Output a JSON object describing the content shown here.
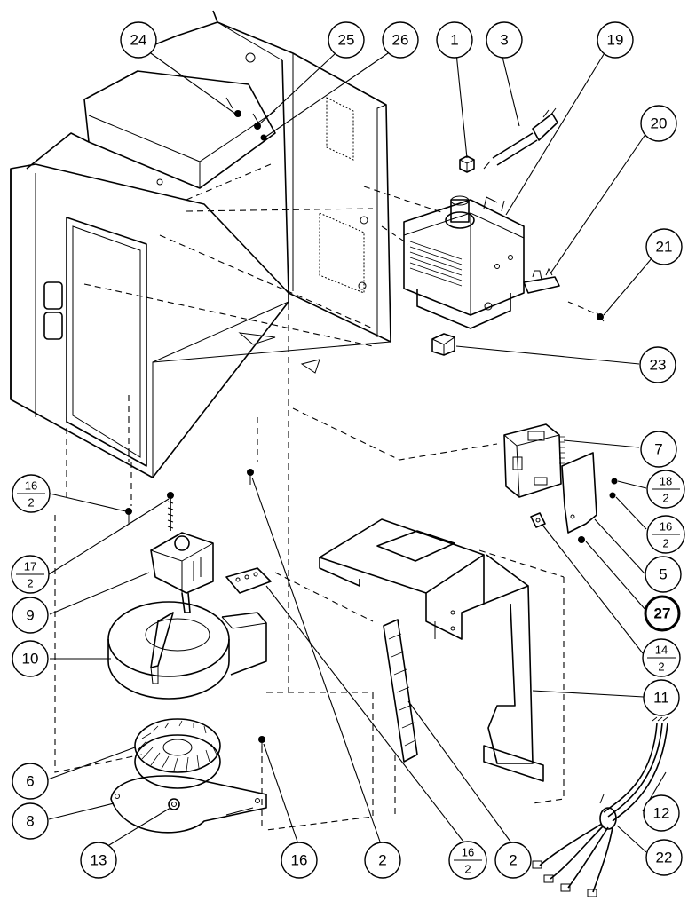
{
  "callouts": [
    {
      "id": "c24",
      "label": "24"
    },
    {
      "id": "c25",
      "label": "25"
    },
    {
      "id": "c26",
      "label": "26"
    },
    {
      "id": "c1",
      "label": "1"
    },
    {
      "id": "c3",
      "label": "3"
    },
    {
      "id": "c19",
      "label": "19"
    },
    {
      "id": "c20",
      "label": "20"
    },
    {
      "id": "c21",
      "label": "21"
    },
    {
      "id": "c23",
      "label": "23"
    },
    {
      "id": "c7",
      "label": "7"
    },
    {
      "id": "c18-2",
      "num": "18",
      "den": "2"
    },
    {
      "id": "c16-2-right",
      "num": "16",
      "den": "2"
    },
    {
      "id": "c5",
      "label": "5"
    },
    {
      "id": "c27",
      "label": "27",
      "bold": true
    },
    {
      "id": "c14-2",
      "num": "14",
      "den": "2"
    },
    {
      "id": "c11",
      "label": "11"
    },
    {
      "id": "c12",
      "label": "12"
    },
    {
      "id": "c22",
      "label": "22"
    },
    {
      "id": "c16-2-left",
      "num": "16",
      "den": "2"
    },
    {
      "id": "c17-2",
      "num": "17",
      "den": "2"
    },
    {
      "id": "c9",
      "label": "9"
    },
    {
      "id": "c10",
      "label": "10"
    },
    {
      "id": "c6",
      "label": "6"
    },
    {
      "id": "c8",
      "label": "8"
    },
    {
      "id": "c13",
      "label": "13"
    },
    {
      "id": "c16-bottom",
      "label": "16"
    },
    {
      "id": "c2-left",
      "label": "2"
    },
    {
      "id": "c16-2-bottom",
      "num": "16",
      "den": "2"
    },
    {
      "id": "c2-right",
      "label": "2"
    }
  ]
}
